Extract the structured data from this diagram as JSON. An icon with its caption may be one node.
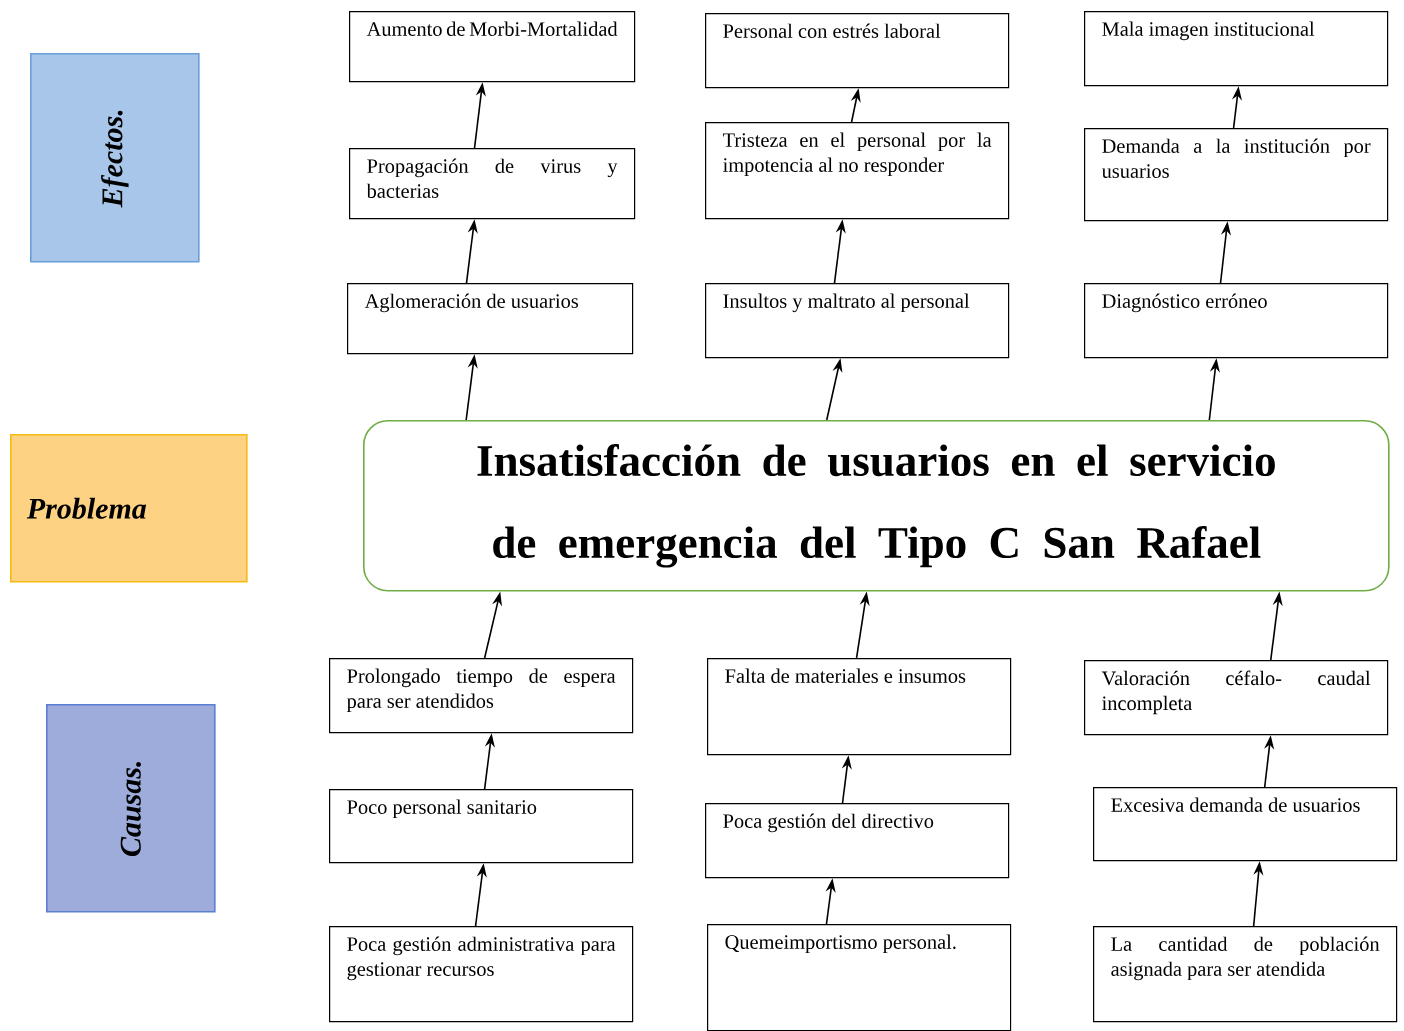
{
  "diagram": {
    "nodes": [
      {
        "text": [
          "Efectos."
        ]
      },
      {
        "text": [
          "Problema"
        ]
      },
      {
        "text": [
          "Causas."
        ]
      },
      {
        "text": [
          "Aumento de Morbi-Mortalidad"
        ]
      },
      {
        "text": [
          "Personal con estrés laboral"
        ]
      },
      {
        "text": [
          "Mala imagen institucional"
        ]
      },
      {
        "text": [
          "Propagación de virus y bacterias"
        ]
      },
      {
        "text": [
          "Tristeza en el personal por la impotencia al no responder"
        ]
      },
      {
        "text": [
          "Demanda a la institución por usuarios"
        ]
      },
      {
        "text": [
          "Aglomeración de usuarios"
        ]
      },
      {
        "text": [
          "Insultos y maltrato al personal"
        ]
      },
      {
        "text": [
          "Diagnóstico erróneo"
        ]
      },
      {
        "text": [
          "Insatisfacción de usuarios en el servicio de emergencia del Tipo C San Rafael"
        ]
      },
      {
        "text": [
          "Prolongado tiempo de espera para ser atendidos"
        ]
      },
      {
        "text": [
          "Falta de materiales e insumos"
        ]
      },
      {
        "text": [
          "Valoración céfalo- caudal incompleta"
        ]
      },
      {
        "text": [
          "Poco personal sanitario"
        ]
      },
      {
        "text": [
          "Poca gestión del directivo"
        ]
      },
      {
        "text": [
          "Excesiva demanda de usuarios"
        ]
      },
      {
        "text": [
          "Poca gestión administrativa para gestionar recursos"
        ]
      },
      {
        "text": [
          "Quemeimportismo personal."
        ]
      },
      {
        "text": [
          "La cantidad de población asignada para ser atendida"
        ]
      }
    ],
    "edges": [
      {
        "from": 9,
        "to": 6,
        "arrow": "to"
      },
      {
        "from": 6,
        "to": 3,
        "arrow": "to"
      },
      {
        "from": 10,
        "to": 7,
        "arrow": "to"
      },
      {
        "from": 7,
        "to": 4,
        "arrow": "to"
      },
      {
        "from": 11,
        "to": 8,
        "arrow": "to"
      },
      {
        "from": 8,
        "to": 5,
        "arrow": "to"
      },
      {
        "from": 12,
        "to": 9,
        "arrow": "to"
      },
      {
        "from": 12,
        "to": 10,
        "arrow": "to"
      },
      {
        "from": 12,
        "to": 11,
        "arrow": "to"
      },
      {
        "from": 13,
        "to": 12,
        "arrow": "to"
      },
      {
        "from": 14,
        "to": 12,
        "arrow": "to"
      },
      {
        "from": 15,
        "to": 12,
        "arrow": "to"
      },
      {
        "from": 16,
        "to": 13,
        "arrow": "to"
      },
      {
        "from": 17,
        "to": 14,
        "arrow": "to"
      },
      {
        "from": 18,
        "to": 15,
        "arrow": "to"
      },
      {
        "from": 19,
        "to": 16,
        "arrow": "to"
      },
      {
        "from": 20,
        "to": 17,
        "arrow": "to"
      },
      {
        "from": 21,
        "to": 18,
        "arrow": "to"
      }
    ]
  }
}
